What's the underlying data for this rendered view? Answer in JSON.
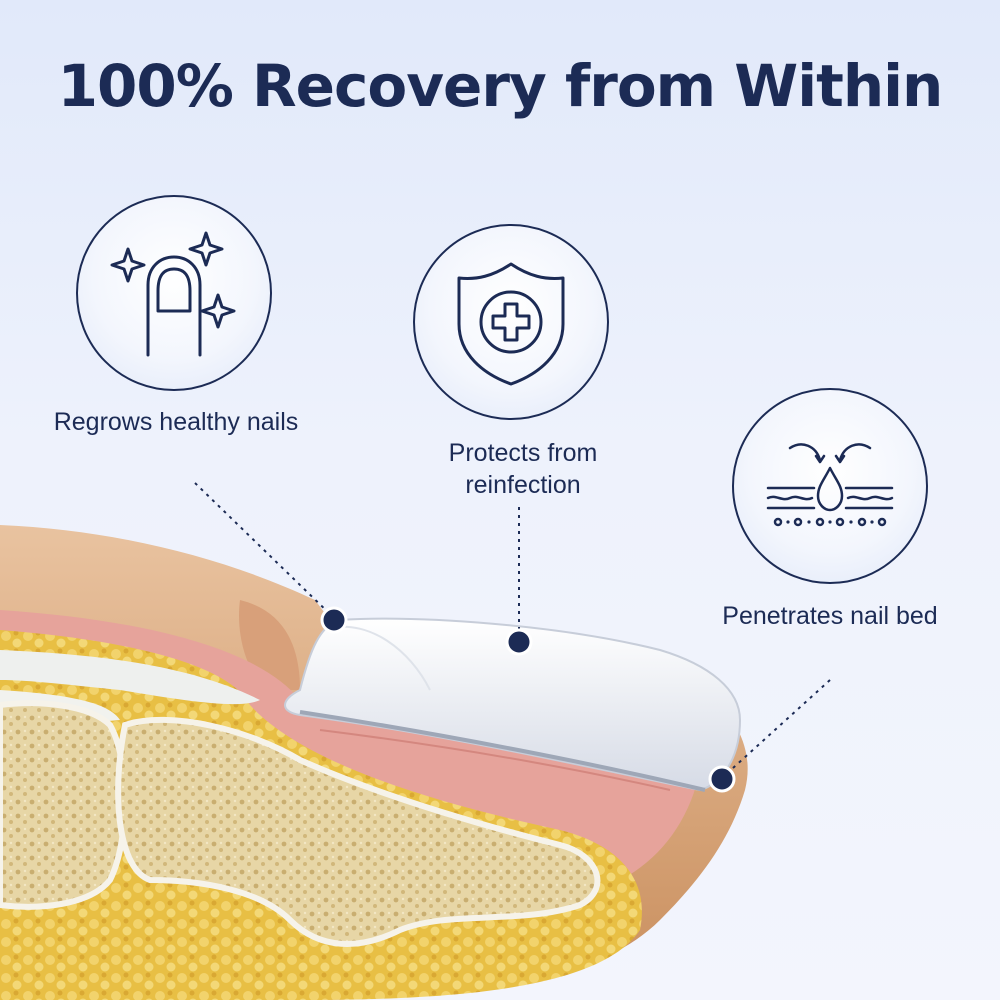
{
  "headline": "100% Recovery from Within",
  "benefits": [
    {
      "label": "Regrows healthy nails",
      "icon": "sparkling-nail-icon"
    },
    {
      "label": "Protects from reinfection",
      "icon": "shield-plus-icon"
    },
    {
      "label": "Penetrates nail bed",
      "icon": "droplet-absorption-icon"
    }
  ],
  "colors": {
    "navy": "#1c2b55",
    "background": "#e8eefb",
    "skin": "#d9a87c",
    "fat": "#e8c24a",
    "tissue": "#e6a39b",
    "nail": "#eef1f6"
  }
}
